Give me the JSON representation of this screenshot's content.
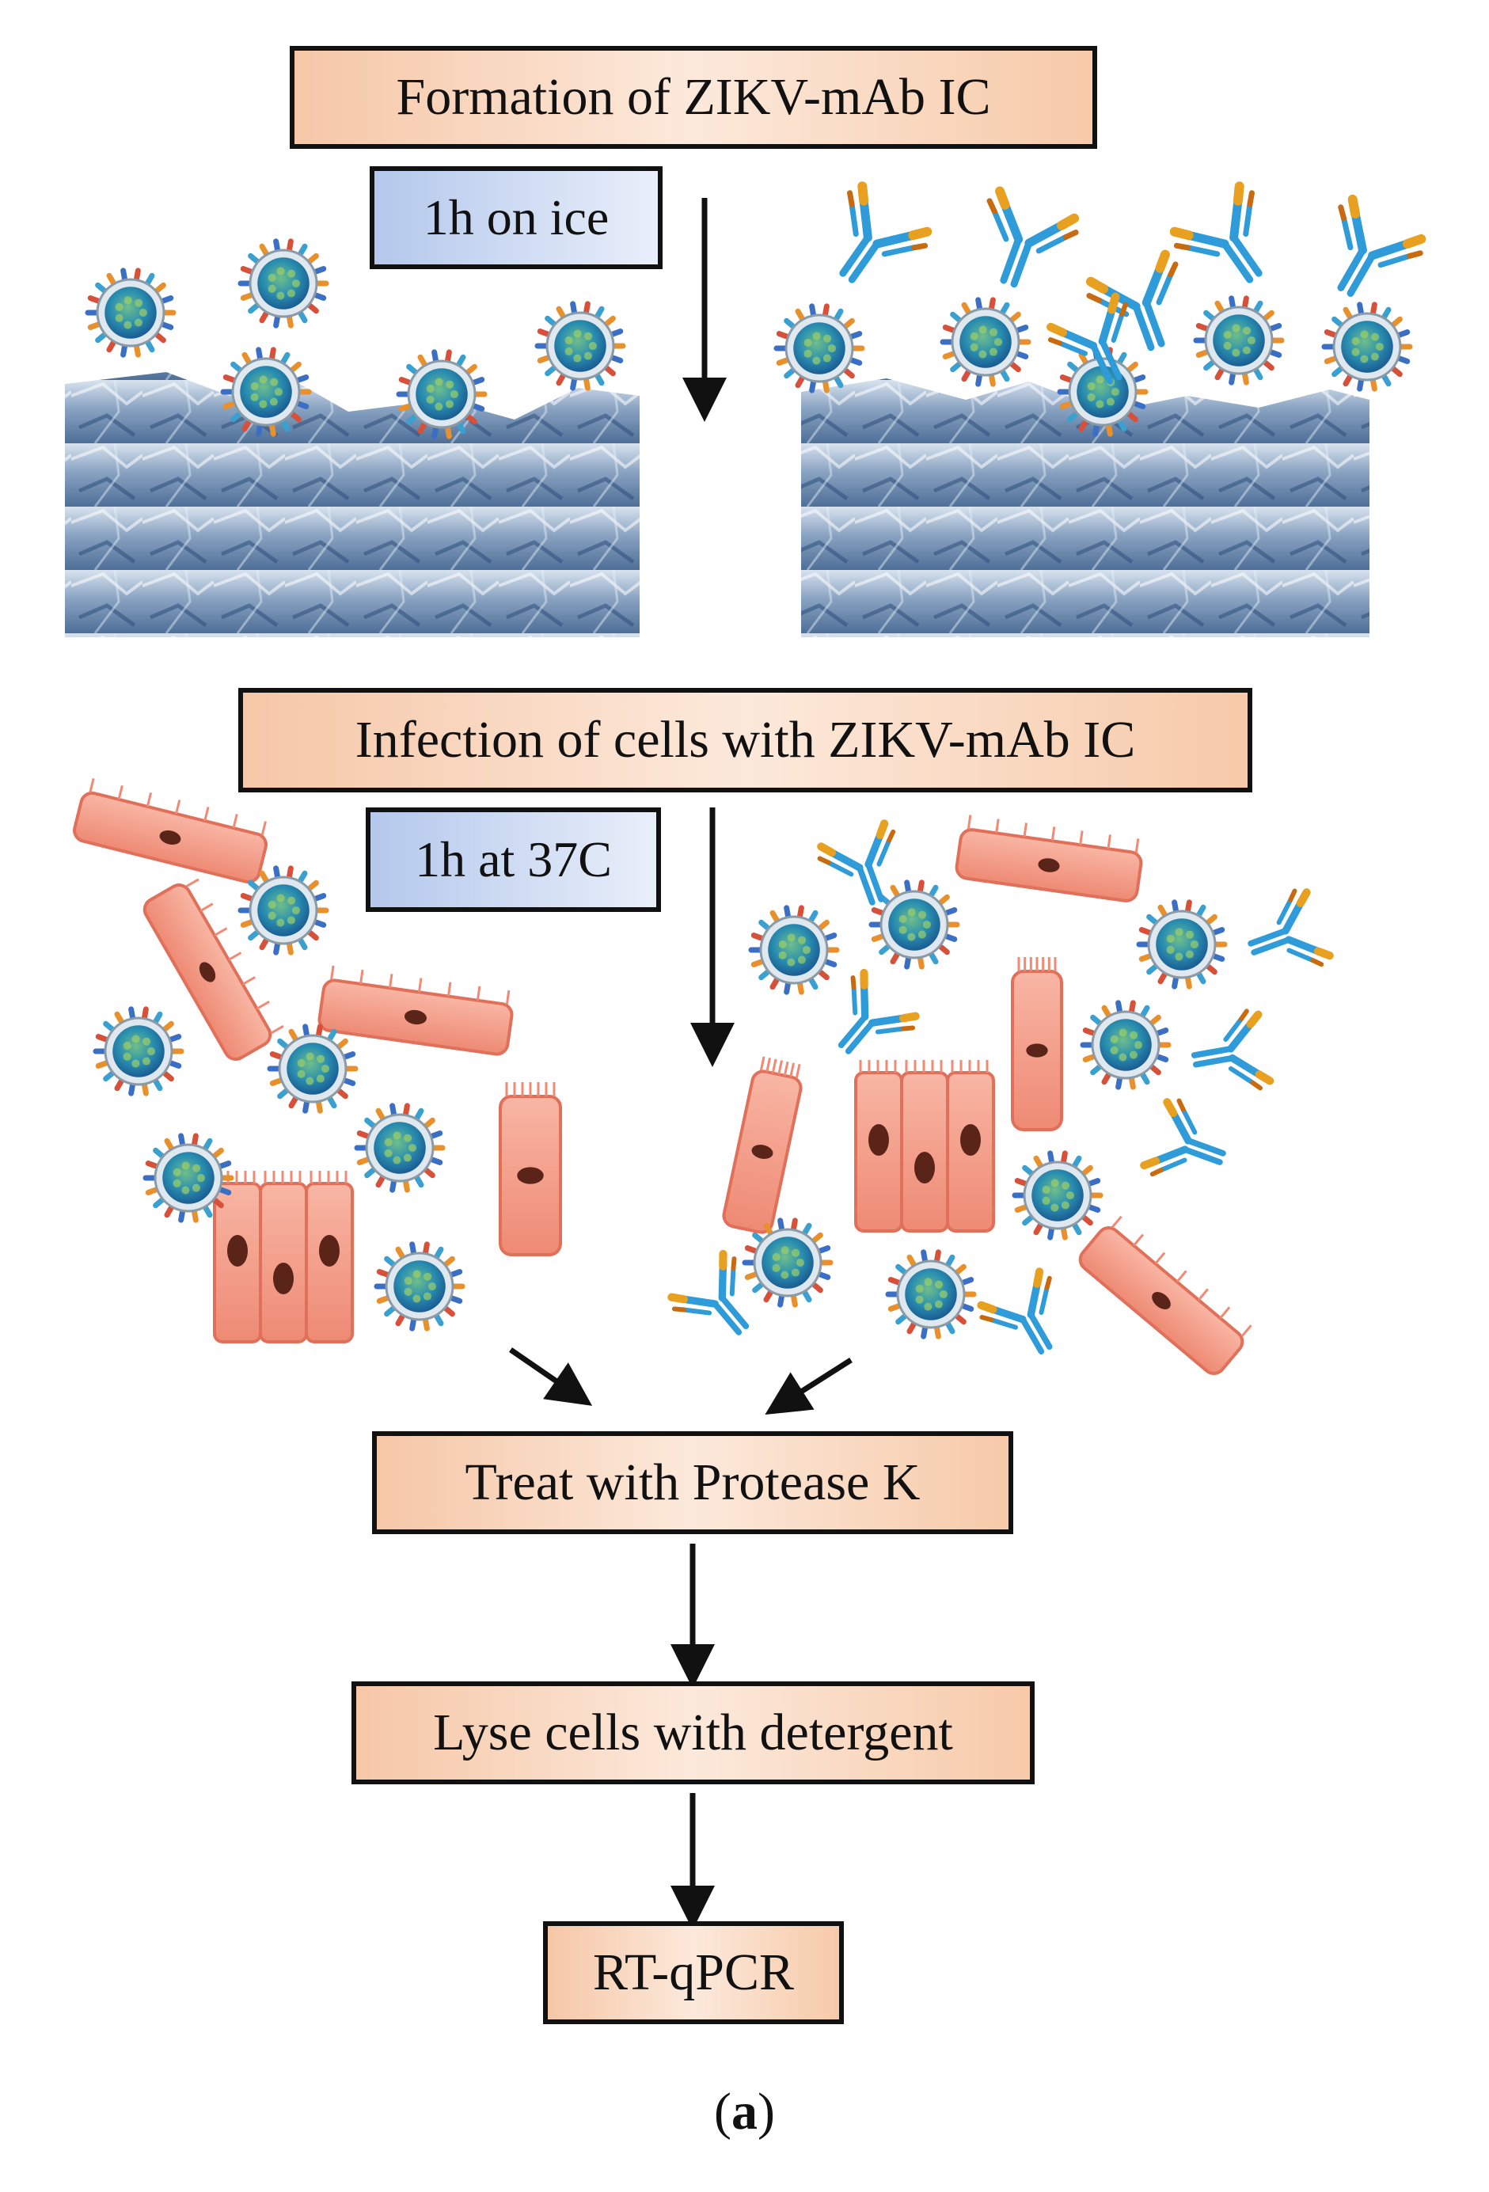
{
  "steps": {
    "formation": "Formation of ZIKV-mAb IC",
    "ice_time": "1h on ice",
    "infection": "Infection of cells with ZIKV-mAb IC",
    "incubation": "1h at 37C",
    "protease": "Treat with Protease K",
    "lyse": "Lyse cells with detergent",
    "rtqpcr": "RT-qPCR"
  },
  "caption": {
    "open": "(",
    "letter": "a",
    "close": ")"
  },
  "colors": {
    "box_fill_peach": "#f8d2b6",
    "box_fill_blue": "#d0ddf5",
    "virus_core": "#1f7ab8",
    "virus_spike_orange": "#e8902c",
    "antibody_blue": "#2f9bd8",
    "antibody_orange": "#e8a020",
    "cell_fill": "#f39a85",
    "cell_nucleus": "#5a2418",
    "ice": "#7f98b8"
  }
}
